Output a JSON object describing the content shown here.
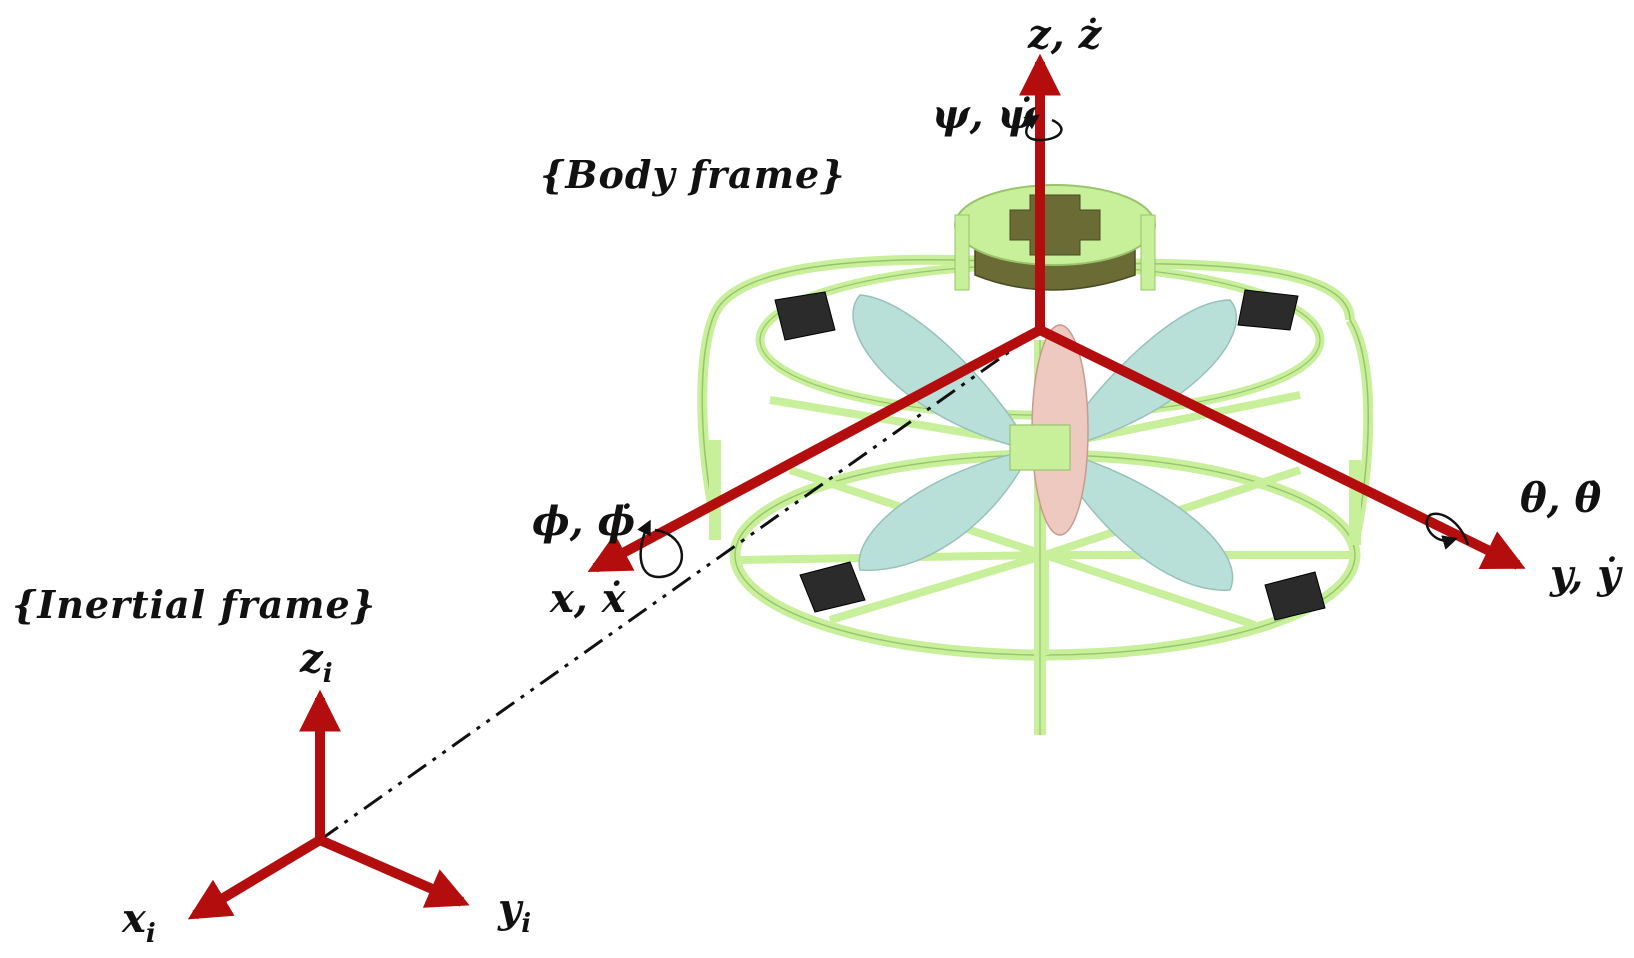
{
  "colors": {
    "axis": "#b30d0d",
    "frame_green": "#c8ef9a",
    "frame_green_dark": "#98c46b",
    "propeller": "#b9dfd9",
    "rudder": "#eec9c0",
    "motor_mount": "#6b6b36",
    "sensor_pad": "#2b2b2b",
    "dashed_line": "#111111",
    "text": "#111111"
  },
  "labels": {
    "body_frame": "{Body frame}",
    "inertial_frame": "{Inertial frame}",
    "body_z": "z, ż",
    "body_y": "y, ẏ",
    "body_x": "x, ẋ",
    "yaw": "ψ, ψ̇",
    "pitch": "θ, θ̇",
    "roll": "ϕ, ϕ̇",
    "inertial_z_base": "z",
    "inertial_z_sub": "i",
    "inertial_x_base": "x",
    "inertial_x_sub": "i",
    "inertial_y_base": "y",
    "inertial_y_sub": "i"
  }
}
